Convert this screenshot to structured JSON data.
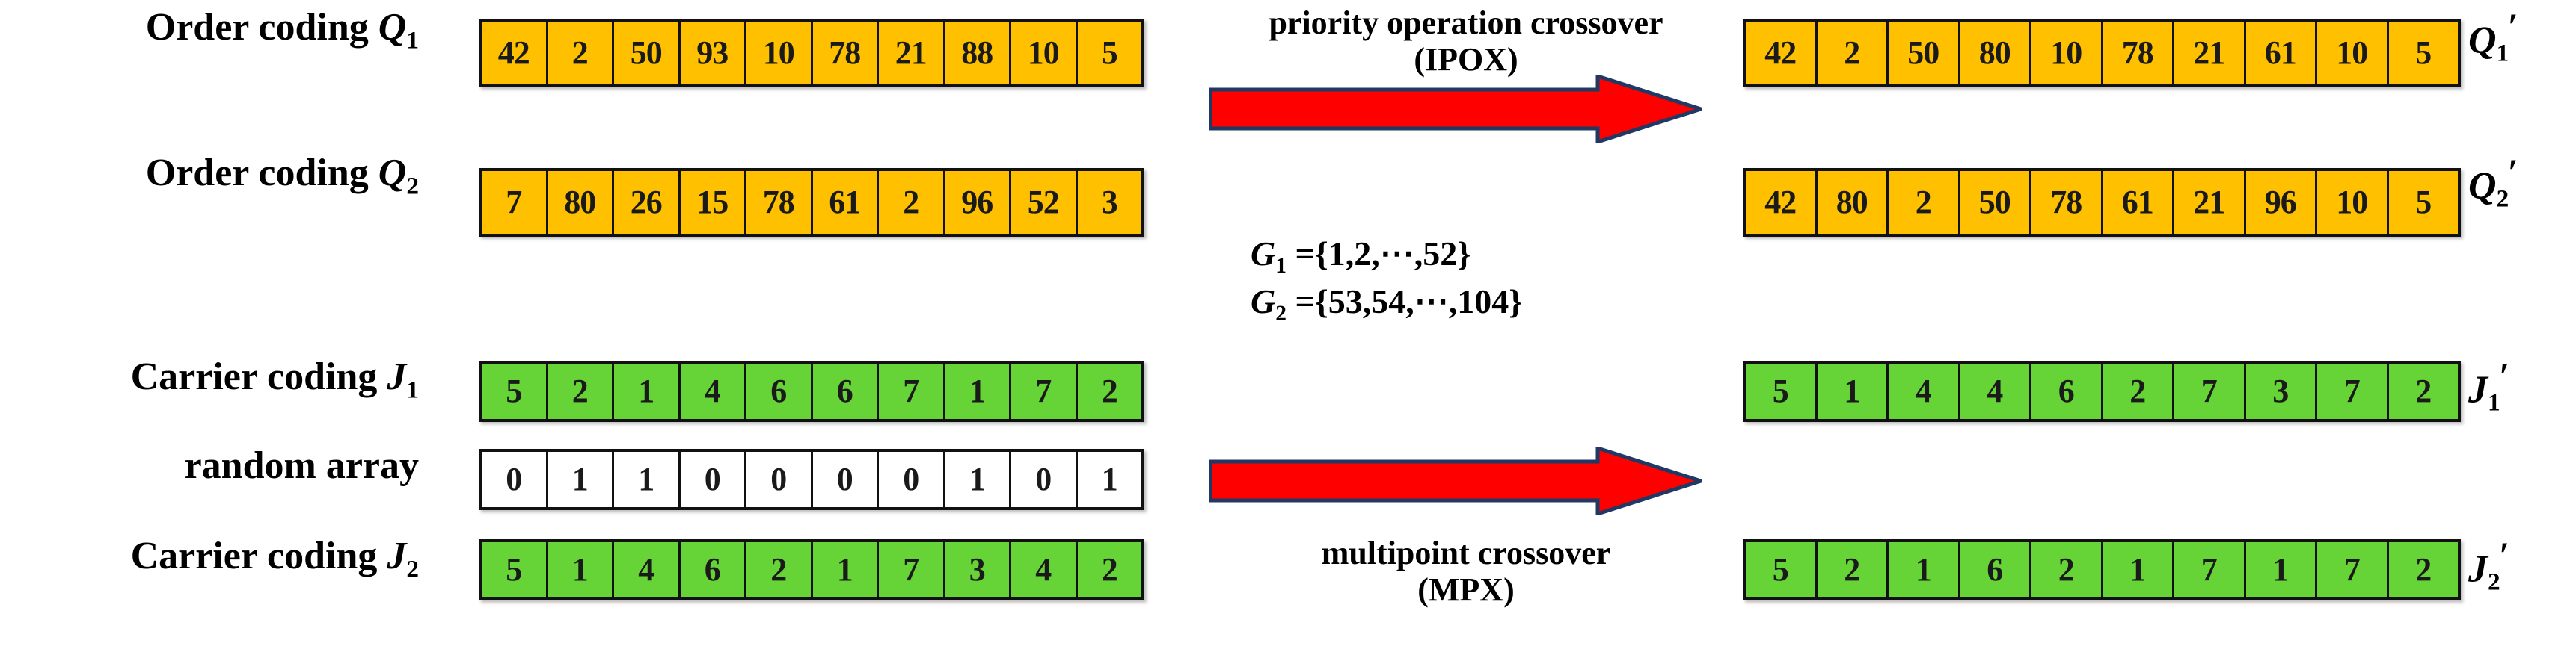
{
  "title": "Priority operation crossover (IPOX) and multipoint crossover (MPX) diagram",
  "colors": {
    "order_cell": "#FFC000",
    "carrier_cell": "#66D336",
    "random_cell": "#FFFFFF",
    "highlight_text": "#FF2200",
    "normal_text": "#1A1A1A",
    "arrow_fill": "#FF0000",
    "arrow_stroke": "#1F3864",
    "border": "#111111"
  },
  "labels": {
    "order_coding_1": {
      "text": "Order coding ",
      "symbol": "Q",
      "subscript": "1",
      "prime": ""
    },
    "order_coding_2": {
      "text": "Order coding ",
      "symbol": "Q",
      "subscript": "2",
      "prime": ""
    },
    "carrier_coding_1": {
      "text": "Carrier coding ",
      "symbol": "J",
      "subscript": "1",
      "prime": ""
    },
    "carrier_coding_2": {
      "text": "Carrier coding ",
      "symbol": "J",
      "subscript": "2",
      "prime": ""
    },
    "random_array": {
      "text": "random array",
      "symbol": "",
      "subscript": "",
      "prime": ""
    },
    "order_coding_1_out": {
      "text": "",
      "symbol": "Q",
      "subscript": "1",
      "prime": "′"
    },
    "order_coding_2_out": {
      "text": "",
      "symbol": "Q",
      "subscript": "2",
      "prime": "′"
    },
    "carrier_coding_1_out": {
      "text": "",
      "symbol": "J",
      "subscript": "1",
      "prime": "′"
    },
    "carrier_coding_2_out": {
      "text": "",
      "symbol": "J",
      "subscript": "2",
      "prime": "′"
    }
  },
  "captions": {
    "ipox_line1": "priority operation crossover",
    "ipox_line2": "(IPOX)",
    "mpx_line1": "multipoint crossover",
    "mpx_line2": "(MPX)"
  },
  "sets": {
    "g1": {
      "symbol": "G",
      "subscript": "1",
      "body": " ={1,2,⋯,52}"
    },
    "g2": {
      "symbol": "G",
      "subscript": "2",
      "body": " ={53,54,⋯,104}"
    }
  },
  "chart_data": {
    "type": "table",
    "title": "IPOX / MPX crossover of order and carrier codings",
    "rows": [
      {
        "id": "Q1",
        "role": "parent",
        "kind": "order-coding",
        "color": "#FFC000",
        "values": [
          "42",
          "2",
          "50",
          "93",
          "10",
          "78",
          "21",
          "88",
          "10",
          "5"
        ],
        "highlight": [
          false,
          false,
          false,
          true,
          false,
          true,
          false,
          true,
          false,
          false
        ]
      },
      {
        "id": "Q2",
        "role": "parent",
        "kind": "order-coding",
        "color": "#FFC000",
        "values": [
          "7",
          "80",
          "26",
          "15",
          "78",
          "61",
          "2",
          "96",
          "52",
          "3"
        ],
        "highlight": [
          true,
          false,
          true,
          true,
          false,
          false,
          true,
          false,
          true,
          true
        ]
      },
      {
        "id": "J1",
        "role": "parent",
        "kind": "carrier-coding",
        "color": "#66D336",
        "values": [
          "5",
          "2",
          "1",
          "4",
          "6",
          "6",
          "7",
          "1",
          "7",
          "2"
        ],
        "highlight": [
          false,
          true,
          true,
          false,
          false,
          false,
          false,
          true,
          false,
          true
        ]
      },
      {
        "id": "random",
        "role": "mask",
        "kind": "random-array",
        "color": "#FFFFFF",
        "values": [
          "0",
          "1",
          "1",
          "0",
          "0",
          "0",
          "0",
          "1",
          "0",
          "1"
        ],
        "highlight": [
          false,
          false,
          false,
          false,
          false,
          false,
          false,
          false,
          false,
          false
        ]
      },
      {
        "id": "J2",
        "role": "parent",
        "kind": "carrier-coding",
        "color": "#66D336",
        "values": [
          "5",
          "1",
          "4",
          "6",
          "2",
          "1",
          "7",
          "3",
          "4",
          "2"
        ],
        "highlight": [
          false,
          true,
          true,
          false,
          false,
          false,
          false,
          true,
          false,
          true
        ]
      },
      {
        "id": "Q1p",
        "role": "offspring",
        "kind": "order-coding",
        "color": "#FFC000",
        "values": [
          "42",
          "2",
          "50",
          "80",
          "10",
          "78",
          "21",
          "61",
          "10",
          "5"
        ],
        "highlight": [
          false,
          false,
          false,
          true,
          false,
          true,
          false,
          true,
          false,
          false
        ]
      },
      {
        "id": "Q2p",
        "role": "offspring",
        "kind": "order-coding",
        "color": "#FFC000",
        "values": [
          "42",
          "80",
          "2",
          "50",
          "78",
          "61",
          "21",
          "96",
          "10",
          "5"
        ],
        "highlight": [
          true,
          false,
          true,
          true,
          false,
          false,
          true,
          false,
          true,
          true
        ]
      },
      {
        "id": "J1p",
        "role": "offspring",
        "kind": "carrier-coding",
        "color": "#66D336",
        "values": [
          "5",
          "1",
          "4",
          "4",
          "6",
          "2",
          "7",
          "3",
          "7",
          "2"
        ],
        "highlight": [
          false,
          true,
          true,
          false,
          false,
          false,
          false,
          true,
          false,
          true
        ]
      },
      {
        "id": "J2p",
        "role": "offspring",
        "kind": "carrier-coding",
        "color": "#66D336",
        "values": [
          "5",
          "2",
          "1",
          "6",
          "2",
          "1",
          "7",
          "1",
          "7",
          "2"
        ],
        "highlight": [
          false,
          true,
          true,
          false,
          false,
          false,
          false,
          true,
          false,
          true
        ]
      }
    ]
  }
}
